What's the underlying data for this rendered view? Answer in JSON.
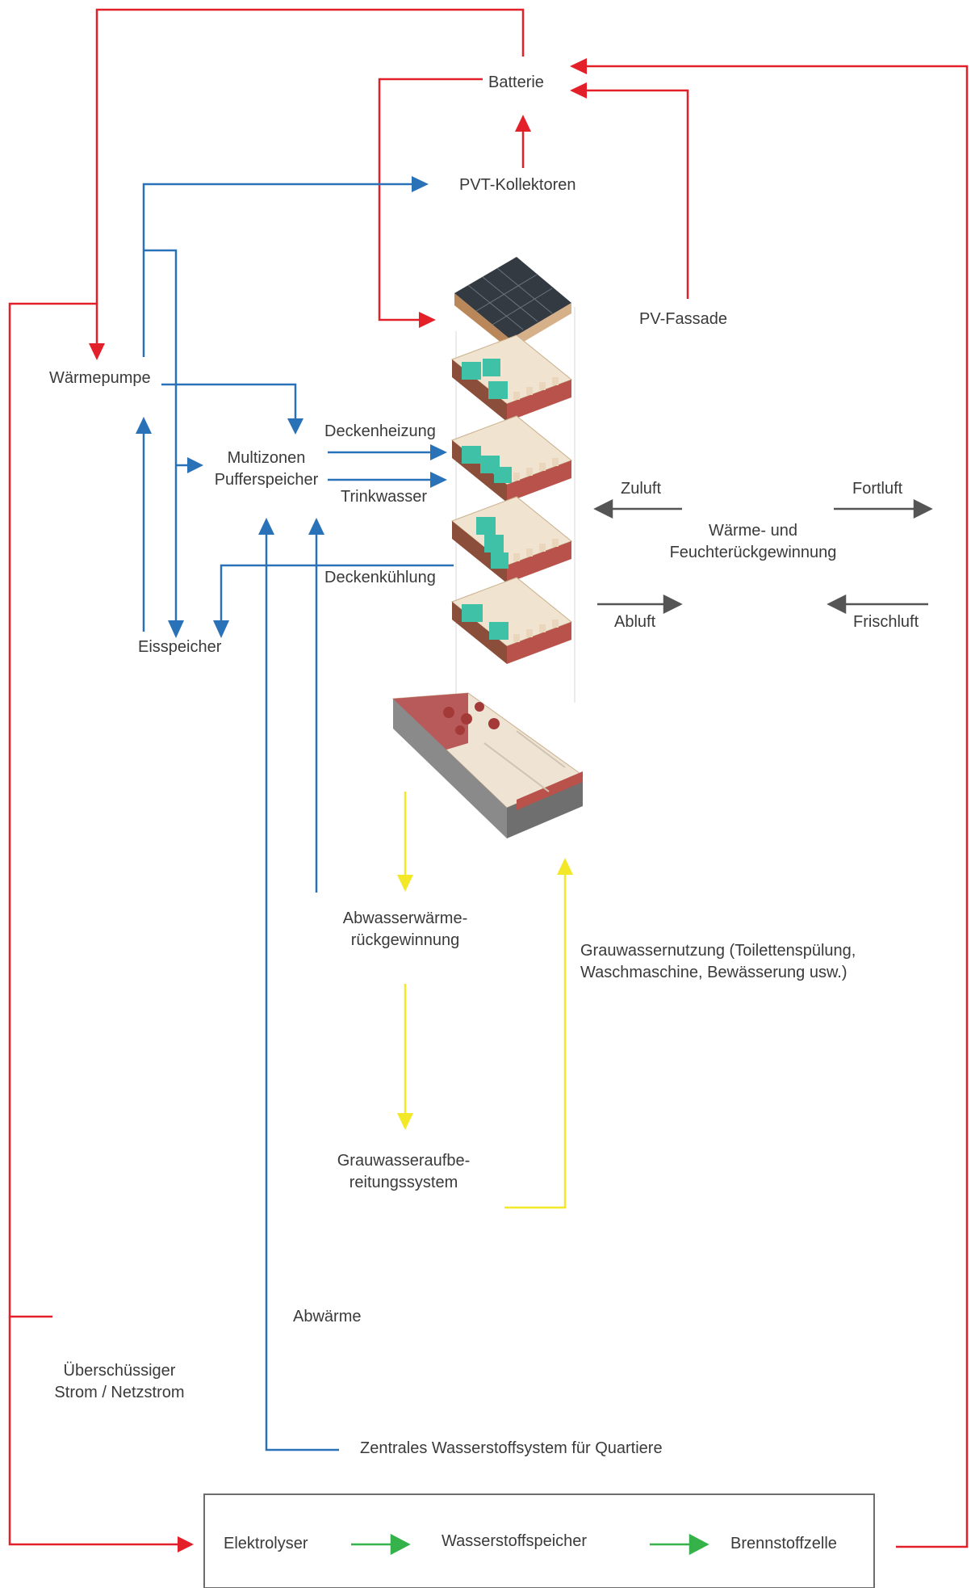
{
  "colors": {
    "electric": "#e3202a",
    "heat": "#2a72b8",
    "water": "#f2e828",
    "air": "#555555",
    "hydrogen": "#35b24a",
    "teal": "#3fc1a7",
    "brick": "#b8524a",
    "wood": "#e9d6bd"
  },
  "labels": {
    "batterie": "Batterie",
    "pvt": "PVT-Kollektoren",
    "pv_fassade": "PV-Fassade",
    "waermepumpe": "Wärmepumpe",
    "multizonen_1": "Multizonen",
    "multizonen_2": "Pufferspeicher",
    "deckenheizung": "Deckenheizung",
    "trinkwasser": "Trinkwasser",
    "deckenkuehlung": "Deckenkühlung",
    "eisspeicher": "Eisspeicher",
    "zuluft": "Zuluft",
    "fortluft": "Fortluft",
    "abluft": "Abluft",
    "frischluft": "Frischluft",
    "wrg_1": "Wärme- und",
    "wrg_2": "Feuchterückgewinnung",
    "abwasser_1": "Abwasserwärme-",
    "abwasser_2": "rückgewinnung",
    "grau_nutz_1": "Grauwassernutzung (Toilettenspülung,",
    "grau_nutz_2": "Waschmaschine, Bewässerung usw.)",
    "grau_aufb_1": "Grauwasseraufbe-",
    "grau_aufb_2": "reitungssystem",
    "abwaerme": "Abwärme",
    "ueberschuss_1": "Überschüssiger",
    "ueberschuss_2": "Strom / Netzstrom",
    "zentral": "Zentrales Wasserstoffsystem für Quartiere",
    "elektrolyser": "Elektrolyser",
    "wasserstoffspeicher": "Wasserstoffspeicher",
    "brennstoffzelle": "Brennstoffzelle"
  },
  "icons": [
    "arrow-head-icon",
    "building-axonometric-illustration"
  ]
}
